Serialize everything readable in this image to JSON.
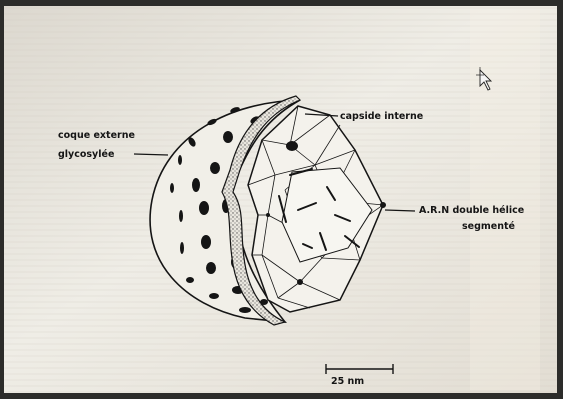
{
  "labels": {
    "coque_line1": "coque externe",
    "coque_line2": "glycosylée",
    "capside": "capside interne",
    "arn_line1": "A.R.N  double hélice",
    "arn_line2": "segmenté",
    "scale": "25 nm"
  },
  "colors": {
    "screen": "#ebe8df",
    "ink": "#151515",
    "bezel": "#2c2c2a"
  },
  "icons": [
    "mouse-cursor-icon"
  ]
}
